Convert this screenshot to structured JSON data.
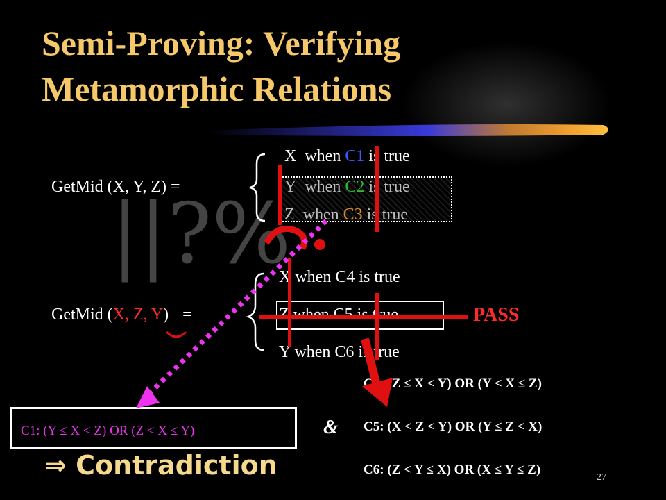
{
  "title": {
    "line1": "Semi-Proving: Verifying",
    "line2": "Metamorphic Relations"
  },
  "getmid1": {
    "lhs": "GetMid (X, Y, Z) =",
    "case1": {
      "var": "X",
      "when": "when",
      "cond": "C1",
      "rest": "is true"
    },
    "case2": {
      "var": "Y",
      "when": "when",
      "cond": "C2",
      "rest": "is true"
    },
    "case3": {
      "var": "Z",
      "when": "when",
      "cond": "C3",
      "rest": "is true"
    }
  },
  "getmid2": {
    "prefix": "GetMid (",
    "args": "X, Z, Y",
    "suffix": ")",
    "eq": "=",
    "case1": "X  when C4 is true",
    "case2": "Z  when C5 is true",
    "case3": "Y  when C6 is true"
  },
  "pass_label": "PASS",
  "conditions": {
    "c4": "C4:  (Z ≤ X < Y)  OR  (Y < X ≤ Z)",
    "c5": "C5:  (X < Z < Y)   OR  (Y ≤ Z < X)",
    "c6": "C6:  (Z < Y ≤ X)  OR  (X ≤ Y ≤ Z)"
  },
  "c1_condition": "C1:  (Y ≤ X < Z)  OR  (Z < X ≤ Y)",
  "ampersand": "&",
  "contradiction": "⇒  Contradiction",
  "page_number": "27",
  "watermark": "||?%",
  "colors": {
    "title": "#f5c869",
    "c1": "#3b5bff",
    "c2": "#2eb82e",
    "c3": "#d88a2c",
    "red": "#ff2a2a",
    "magenta": "#ee33ee"
  }
}
